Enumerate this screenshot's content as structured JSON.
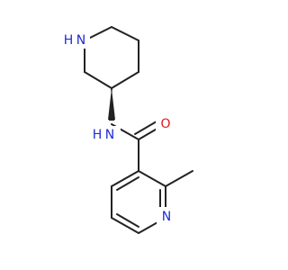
{
  "atoms": [
    {
      "id": "N_ring",
      "text": "N",
      "color": "#1f2bd6"
    },
    {
      "id": "H_ring",
      "text": "H",
      "color": "#1f2bd6"
    },
    {
      "id": "N_amide",
      "text": "N",
      "color": "#1f2bd6"
    },
    {
      "id": "H_amide",
      "text": "H",
      "color": "#1f2bd6"
    },
    {
      "id": "O_carbonyl",
      "text": "O",
      "color": "#e0161b"
    },
    {
      "id": "N_pyridine",
      "text": "N",
      "color": "#1f2bd6"
    }
  ],
  "colors": {
    "bond": "#222222",
    "background": "#ffffff"
  }
}
